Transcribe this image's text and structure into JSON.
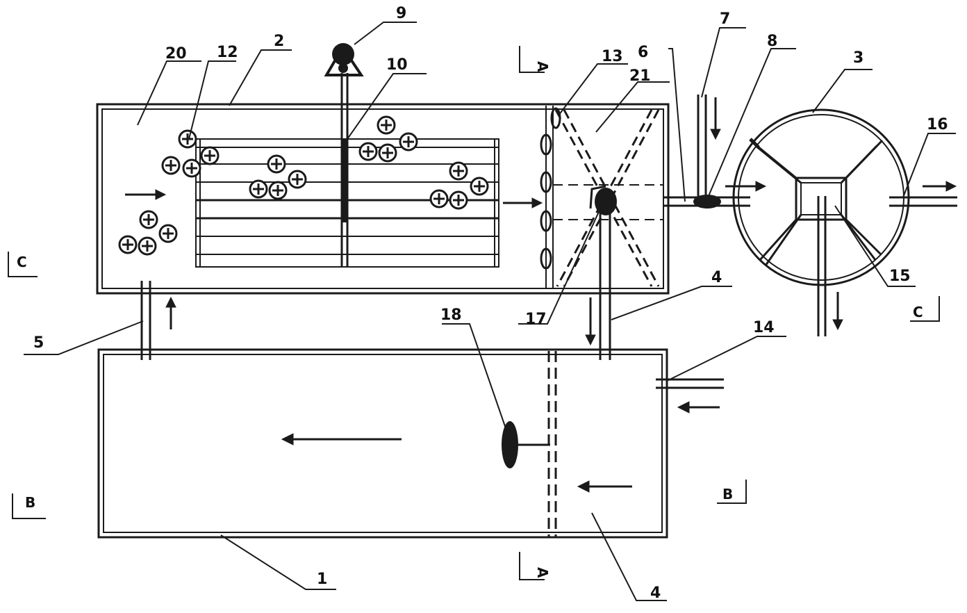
{
  "labels": {
    "n1": "1",
    "n2": "2",
    "n3": "3",
    "n4a": "4",
    "n4b": "4",
    "n5": "5",
    "n6": "6",
    "n7": "7",
    "n8": "8",
    "n9": "9",
    "n10": "10",
    "n12": "12",
    "n13": "13",
    "n14": "14",
    "n15": "15",
    "n16": "16",
    "n17": "17",
    "n18": "18",
    "n20": "20",
    "n21": "21"
  },
  "sections": {
    "a_top": "A",
    "a_bottom": "A",
    "b_left": "B",
    "b_right": "B",
    "c_left": "C",
    "c_right": "C"
  },
  "colors": {
    "stroke": "#1a1a1a",
    "background": "#ffffff"
  }
}
